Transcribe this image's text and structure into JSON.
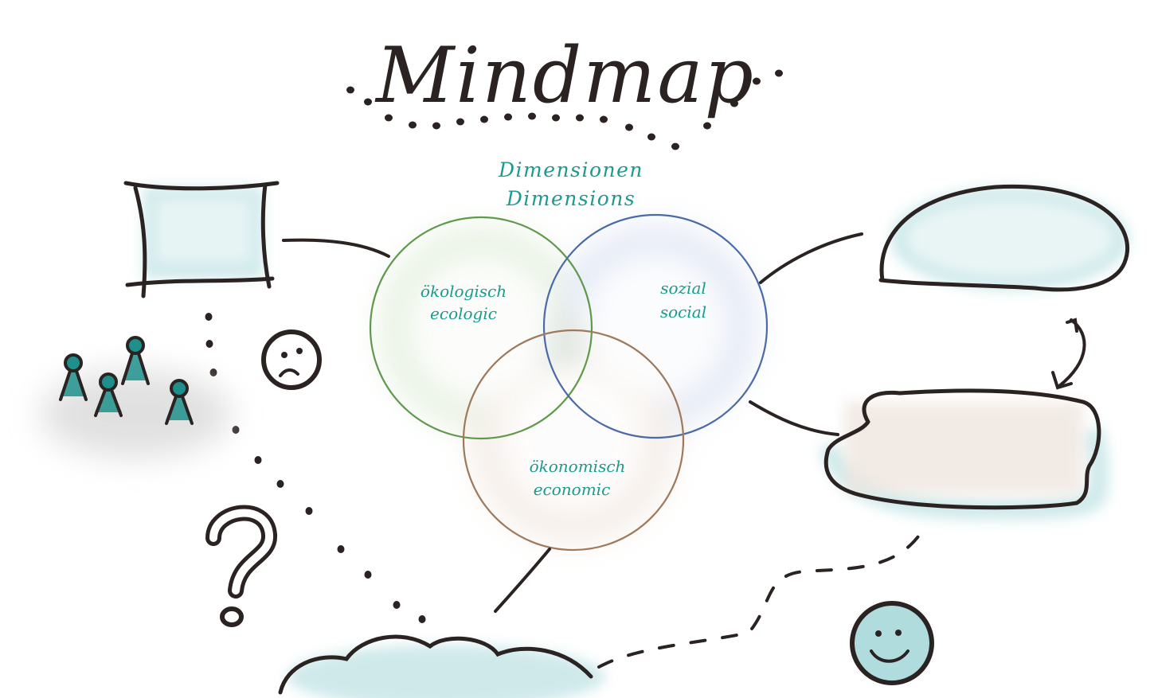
{
  "title": "Mindmap",
  "header": {
    "line1": "Dimensionen",
    "line2": "Dimensions"
  },
  "circles": [
    {
      "id": "ecologic",
      "line1": "ökologisch",
      "line2": "ecologic",
      "color": "#5f9a4c"
    },
    {
      "id": "social",
      "line1": "sozial",
      "line2": "social",
      "color": "#4a6aa8"
    },
    {
      "id": "economic",
      "line1": "ökonomisch",
      "line2": "economic",
      "color": "#a0785a"
    }
  ],
  "colors": {
    "ink": "#2a2321",
    "teal_text": "#1b9a8e",
    "teal_fill": "#a8d8da",
    "beige_fill": "#efe6df",
    "gray_shadow": "#d9d9d9",
    "people": "#1e8f8a"
  }
}
